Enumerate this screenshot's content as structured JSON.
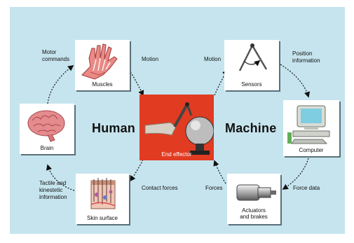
{
  "labels": {
    "human": "Human",
    "machine": "Machine",
    "motor_commands": "Motor\ncommands",
    "motion_left": "Motion",
    "motion_right": "Motion",
    "position_information": "Position\ninformation",
    "tactile_information": "Tactile and\nkinestetic\ninformation",
    "contact_forces": "Contact forces",
    "forces": "Forces",
    "force_data": "Force data"
  },
  "boxes": {
    "muscles": "Muscles",
    "brain": "Brain",
    "skin_surface": "Skin surface",
    "sensors": "Sensors",
    "computer": "Computer",
    "actuators": "Actuators\nand brakes",
    "end_effector": "End effector"
  },
  "colors": {
    "background_panel": "#c6e4ee",
    "center_box": "#e13b22",
    "arrows": "#111111"
  }
}
